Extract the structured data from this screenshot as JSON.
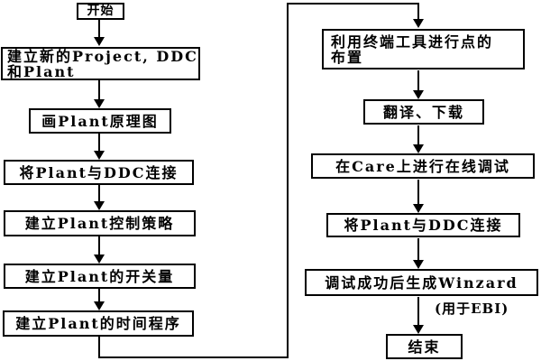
{
  "flowchart": {
    "colors": {
      "line": "#000000",
      "box_background": "#ffffff"
    },
    "nodes": {
      "start": {
        "label": "开始"
      },
      "create_project": {
        "line1": "建立新的Project, DDC",
        "line2": "和Plant"
      },
      "draw_plant_diagram": {
        "label": "画Plant原理图"
      },
      "connect_plant_ddc": {
        "label": "将Plant与DDC连接"
      },
      "control_strategy": {
        "label": "建立Plant控制策略"
      },
      "switch_quantity": {
        "label": "建立Plant的开关量"
      },
      "time_program": {
        "label": "建立Plant的时间程序"
      },
      "terminal_tool_points": {
        "line1": "利用终端工具进行点的",
        "line2": "布置"
      },
      "translate_download": {
        "label": "翻译、下载"
      },
      "online_debug_care": {
        "label": "在Care上进行在线调试"
      },
      "connect_plant_ddc_2": {
        "label": "将Plant与DDC连接"
      },
      "generate_winzard": {
        "label": "调试成功后生成Winzard",
        "note": "(用于EBI)"
      },
      "end": {
        "label": "结束"
      }
    }
  }
}
